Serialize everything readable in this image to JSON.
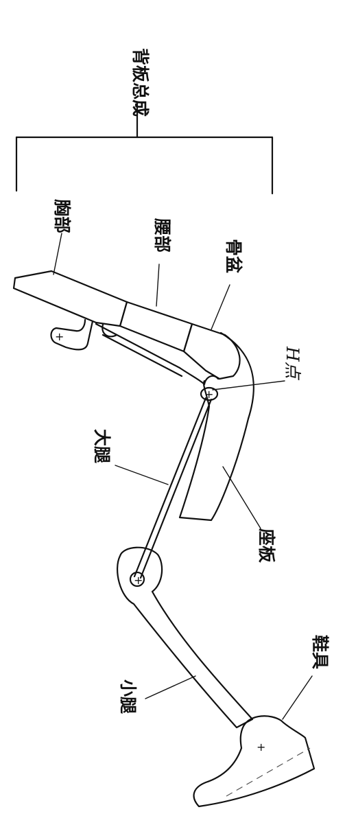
{
  "labels": {
    "assembly": "背板总成",
    "chest": "胸部",
    "waist": "腰部",
    "pelvis": "骨盆",
    "h_point": "H点",
    "thigh": "大腿",
    "seat_pan": "座板",
    "calf": "小腿",
    "shoe": "鞋具"
  },
  "markers": {
    "pivot": "+"
  }
}
